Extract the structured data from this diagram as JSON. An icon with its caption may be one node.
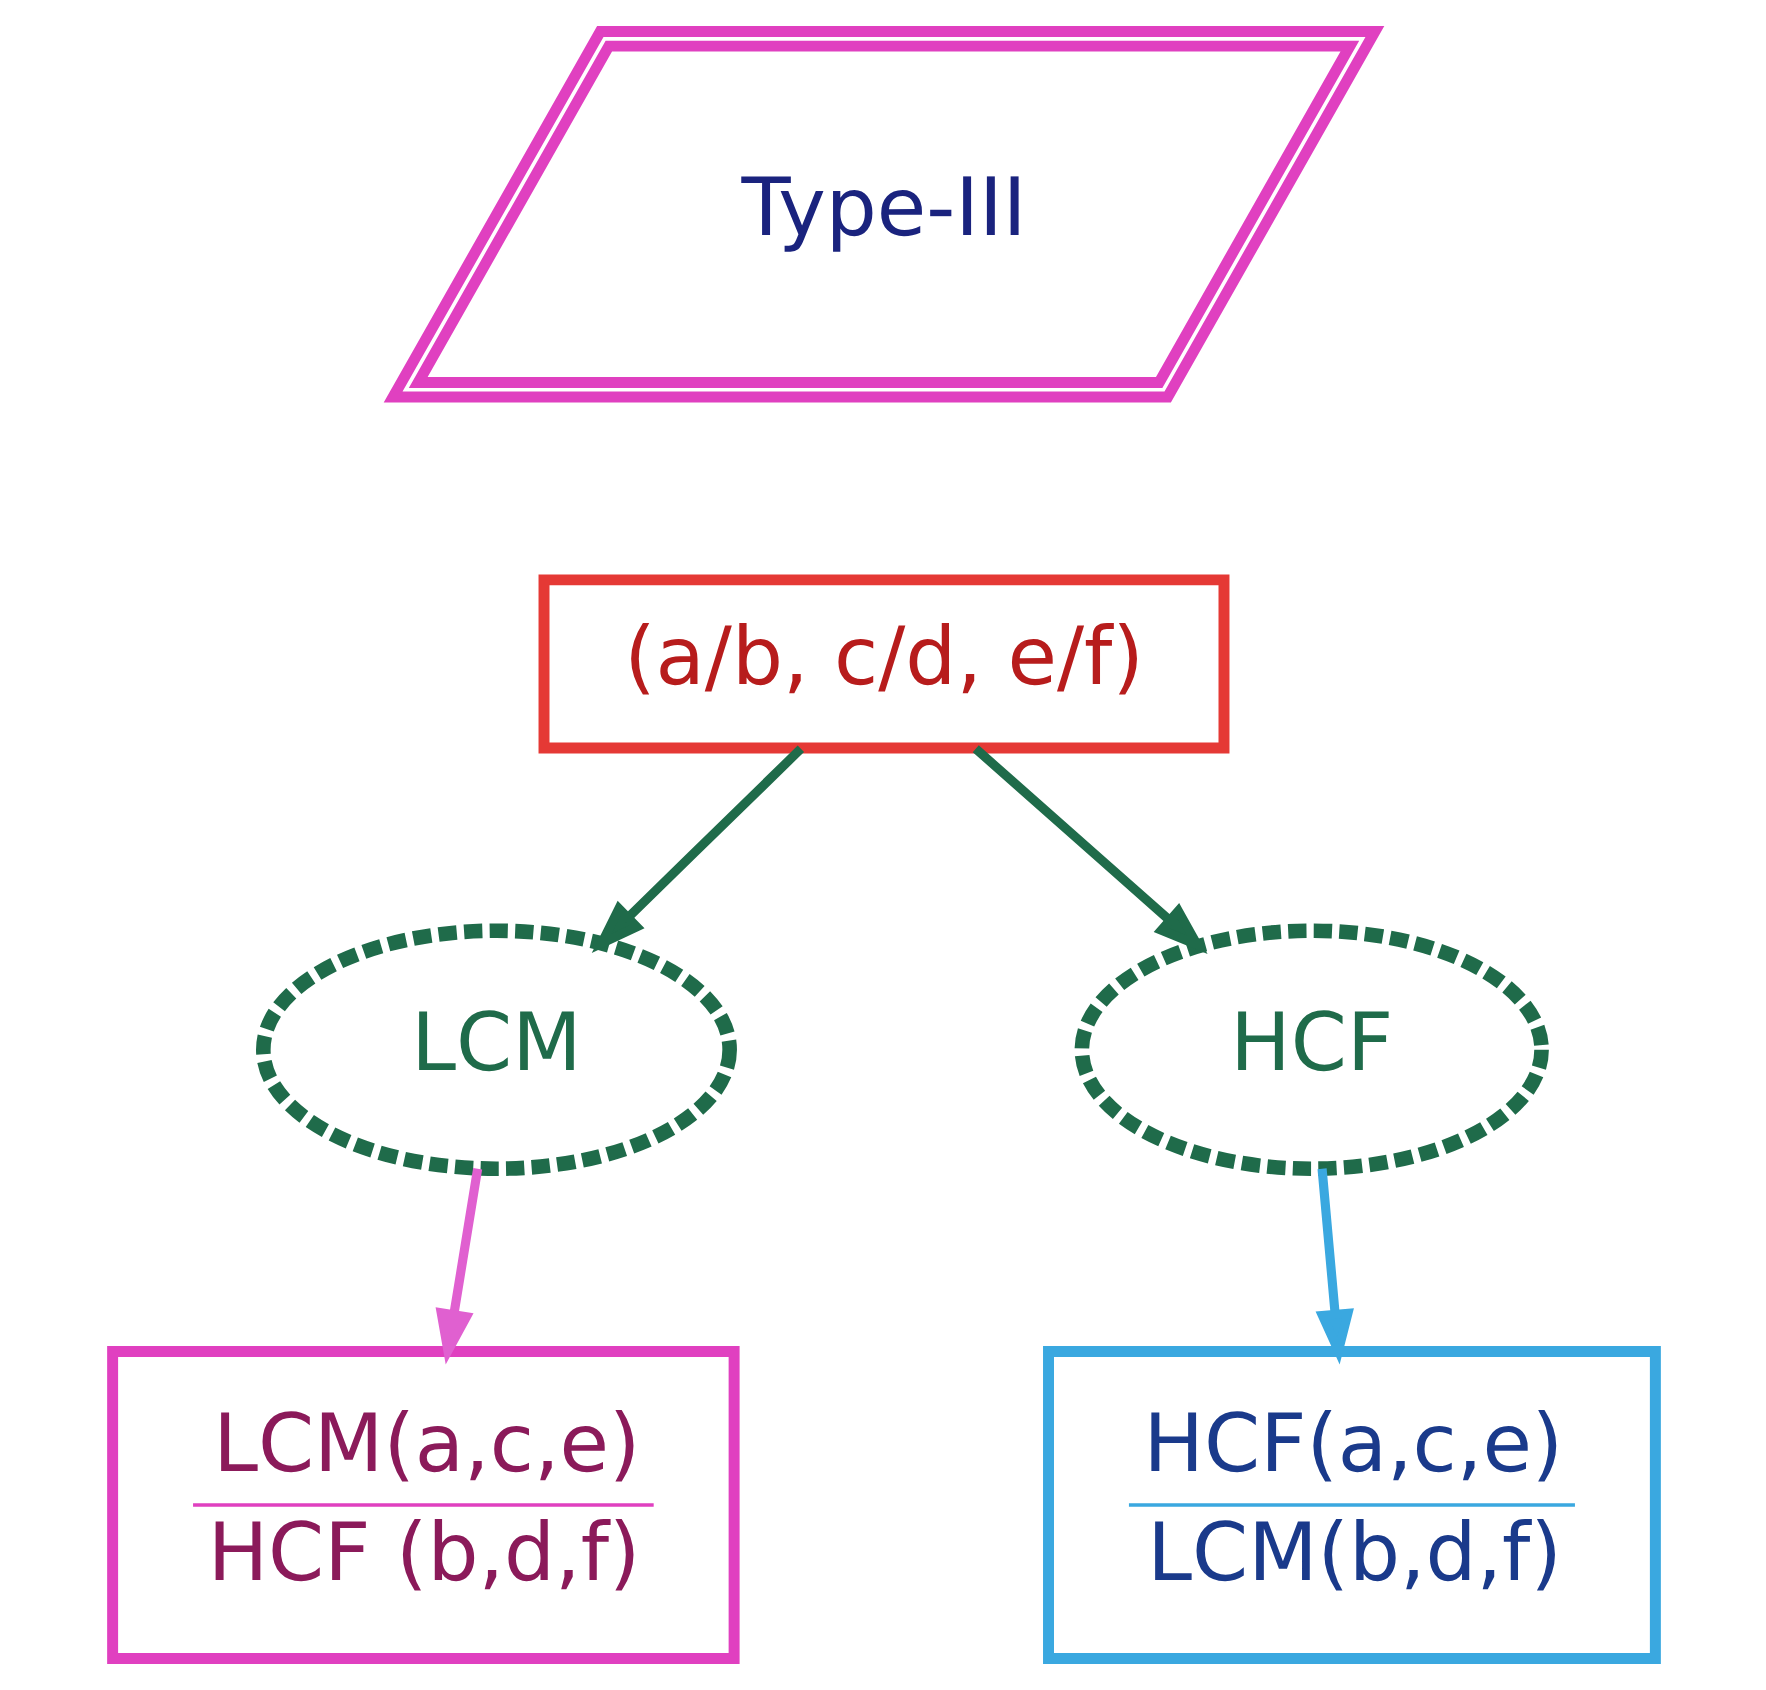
{
  "diagram": {
    "nodes": [
      {
        "text": [
          "Type-III"
        ]
      },
      {
        "text": [
          "(a/b, c/d, e/f)"
        ]
      },
      {
        "text": [
          "LCM"
        ]
      },
      {
        "text": [
          "HCF"
        ]
      },
      {
        "text": [
          "LCM(a,c,e)",
          "HCF (b,d,f)"
        ]
      },
      {
        "text": [
          "HCF(a,c,e)",
          "LCM(b,d,f)"
        ]
      }
    ],
    "edges": [
      {
        "from": 1,
        "to": 2,
        "arrow": "to",
        "color": "#1f6b4a"
      },
      {
        "from": 1,
        "to": 3,
        "arrow": "to",
        "color": "#1f6b4a"
      },
      {
        "from": 2,
        "to": 4,
        "arrow": "to",
        "color": "#e060d0"
      },
      {
        "from": 3,
        "to": 5,
        "arrow": "to",
        "color": "#3aa8e0"
      }
    ]
  }
}
